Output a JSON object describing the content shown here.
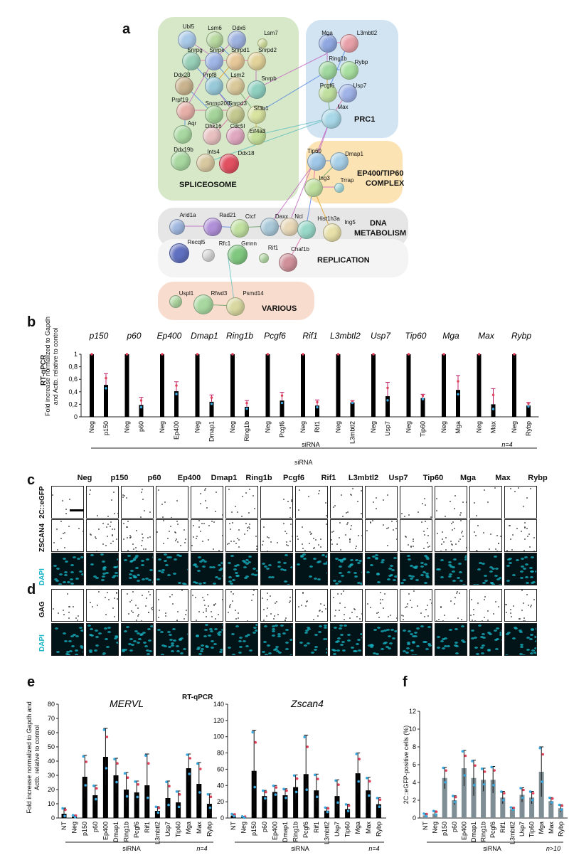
{
  "panels": {
    "a": "a",
    "b": "b",
    "c": "c",
    "d": "d",
    "e": "e",
    "f": "f"
  },
  "network": {
    "regions": [
      {
        "id": "spliceosome",
        "label": "SPLICEOSOME",
        "color": "#d6e8c8"
      },
      {
        "id": "prc1",
        "label": "PRC1",
        "color": "#d2e4f2"
      },
      {
        "id": "ep400",
        "label": "EP400/TIP60 COMPLEX",
        "color": "#fbe3b4"
      },
      {
        "id": "dna",
        "label": "DNA METABOLISM",
        "color": "#e6e6e6"
      },
      {
        "id": "replication",
        "label": "REPLICATION",
        "color": "#f4f4f4"
      },
      {
        "id": "various",
        "label": "VARIOUS",
        "color": "#f8dccd"
      }
    ],
    "nodes": [
      {
        "name": "Ubl5",
        "color": "#a9c9e8"
      },
      {
        "name": "Lsm6",
        "color": "#b8d9a0"
      },
      {
        "name": "Ddx6",
        "color": "#9fb3e0"
      },
      {
        "name": "Lsm7",
        "color": "#d8e7a0"
      },
      {
        "name": "Snrpg",
        "color": "#98d0b8"
      },
      {
        "name": "Snrpe",
        "color": "#9fb6e6"
      },
      {
        "name": "Snrpd1",
        "color": "#e6c898"
      },
      {
        "name": "Snrpd2",
        "color": "#e2d39a"
      },
      {
        "name": "Ddx23",
        "color": "#c8b38e"
      },
      {
        "name": "Prpf8",
        "color": "#98c9d8"
      },
      {
        "name": "Lsm2",
        "color": "#d9c89a"
      },
      {
        "name": "Snrpb",
        "color": "#8fd0c0"
      },
      {
        "name": "Prpf19",
        "color": "#e6b0a8"
      },
      {
        "name": "Snrnp200",
        "color": "#a5d49a"
      },
      {
        "name": "Snrpd3",
        "color": "#c3c88f"
      },
      {
        "name": "Sf3b1",
        "color": "#d8e3a0"
      },
      {
        "name": "Aqr",
        "color": "#a8d8a0"
      },
      {
        "name": "Dhx16",
        "color": "#e8c0c0"
      },
      {
        "name": "Cdc5l",
        "color": "#e0a8c0"
      },
      {
        "name": "Eif4a3",
        "color": "#c5e09a"
      },
      {
        "name": "Ddx19b",
        "color": "#a8d8a0"
      },
      {
        "name": "Ints4",
        "color": "#d8c8a0"
      },
      {
        "name": "Ddx18",
        "color": "#e05060"
      },
      {
        "name": "Mga",
        "color": "#8fa8e0"
      },
      {
        "name": "L3mbtl2",
        "color": "#e8a0a8"
      },
      {
        "name": "Ring1b",
        "color": "#a0d8a0"
      },
      {
        "name": "Rybp",
        "color": "#a8e0a0"
      },
      {
        "name": "Pcgf6",
        "color": "#c0e0a0"
      },
      {
        "name": "Usp7",
        "color": "#9fb3e8"
      },
      {
        "name": "Max",
        "color": "#a8d8e8"
      },
      {
        "name": "Tip60",
        "color": "#a0c8e8"
      },
      {
        "name": "Dmap1",
        "color": "#a8d0e8"
      },
      {
        "name": "Ing3",
        "color": "#c0e0a0"
      },
      {
        "name": "Trrap",
        "color": "#a8e0e0"
      },
      {
        "name": "Arid1a",
        "color": "#a0b8e0"
      },
      {
        "name": "Rad21",
        "color": "#b090d8"
      },
      {
        "name": "Ctcf",
        "color": "#c0e0a0"
      },
      {
        "name": "Daxx",
        "color": "#a8c8d8"
      },
      {
        "name": "Ncl",
        "color": "#e8d8b8"
      },
      {
        "name": "Hist1h3a",
        "color": "#98d8c8"
      },
      {
        "name": "Ing5",
        "color": "#e8e0a8"
      },
      {
        "name": "Recql5",
        "color": "#6070c0"
      },
      {
        "name": "Rfc1",
        "color": "#d8d8d8"
      },
      {
        "name": "Gmnn",
        "color": "#80c880"
      },
      {
        "name": "Rif1",
        "color": "#b8e0a8"
      },
      {
        "name": "Chaf1b",
        "color": "#d0909a"
      },
      {
        "name": "Uspl1",
        "color": "#b0d8a0"
      },
      {
        "name": "Rfwd3",
        "color": "#a8d8a0"
      },
      {
        "name": "Psmd14",
        "color": "#d8d8a0"
      }
    ]
  },
  "panel_b": {
    "title_rt": "RT-qPCR",
    "ylabel": "Fold increase normalized to Gapdh and Actb. relative to control",
    "yticks": [
      "0",
      "0,2",
      "0,4",
      "0,6",
      "0,8",
      "1"
    ],
    "xlabel": "siRNA",
    "n_label": "n=4",
    "siRNA_under": "siRNA"
  },
  "panel_c": {
    "columns": [
      "Neg",
      "p150",
      "p60",
      "Ep400",
      "Dmap1",
      "Ring1b",
      "Pcgf6",
      "Rif1",
      "L3mbtl2",
      "Usp7",
      "Tip60",
      "Mga",
      "Max",
      "Rybp"
    ],
    "rows": [
      "2C::eGFP",
      "ZSCAN4",
      "DAPI"
    ]
  },
  "panel_d": {
    "rows": [
      "GAG",
      "DAPI"
    ]
  },
  "panel_e": {
    "title": "RT-qPCR",
    "ylabel": "Fold increase normalized to Gapdh and Actb. relative to control",
    "xlabel": "siRNA",
    "n_label": "n=4"
  },
  "panel_f": {
    "ylabel": "2C::eGFP-positive cells (%)",
    "xlabel": "siRNA",
    "n_label": "n>10"
  },
  "chart_data": [
    {
      "type": "bar",
      "panel": "b",
      "title": "RT-qPCR",
      "groups": [
        "p150",
        "p60",
        "Ep400",
        "Dmap1",
        "Ring1b",
        "Pcgf6",
        "Rif1",
        "L3mbtl2",
        "Usp7",
        "Tip60",
        "Mga",
        "Max",
        "Rybp"
      ],
      "categories": [
        "Neg",
        "p150",
        "Neg",
        "p60",
        "Neg",
        "Ep400",
        "Neg",
        "Dmap1",
        "Neg",
        "Ring1b",
        "Neg",
        "Pcgf6",
        "Neg",
        "Rif1",
        "Neg",
        "L3mbtl2",
        "Neg",
        "Usp7",
        "Neg",
        "Tip60",
        "Neg",
        "Mga",
        "Neg",
        "Max",
        "Neg",
        "Rybp"
      ],
      "values": [
        1,
        0.51,
        1,
        0.19,
        1,
        0.41,
        1,
        0.24,
        1,
        0.16,
        1,
        0.26,
        1,
        0.18,
        1,
        0.23,
        1,
        0.33,
        1,
        0.3,
        1,
        0.43,
        1,
        0.2,
        1,
        0.18
      ],
      "errors": [
        0,
        0.18,
        0,
        0.12,
        0,
        0.15,
        0,
        0.11,
        0,
        0.1,
        0,
        0.13,
        0,
        0.09,
        0,
        0.03,
        0,
        0.22,
        0,
        0.06,
        0,
        0.23,
        0,
        0.25,
        0,
        0.05
      ],
      "ylim": [
        0,
        1
      ],
      "xlabel": "siRNA",
      "ylabel": "Fold increase normalized to Gapdh and Actb. relative to control"
    },
    {
      "type": "bar",
      "panel": "e-left",
      "title": "MERVL",
      "categories": [
        "NT",
        "Neg",
        "p150",
        "p60",
        "Ep400",
        "Dmap1",
        "Ring1b",
        "Pcgf6",
        "Rif1",
        "L3mbtl2",
        "Usp7",
        "Tip60",
        "Mga",
        "Max",
        "Rybp"
      ],
      "values": [
        3,
        1,
        29,
        16,
        43,
        30,
        20,
        18,
        23,
        5,
        14,
        11,
        35,
        24,
        10
      ],
      "errors": [
        4,
        1,
        15,
        7,
        20,
        12,
        12,
        8,
        22,
        3,
        12,
        8,
        10,
        15,
        7
      ],
      "ylim": [
        0,
        80
      ],
      "yticks": [
        0,
        10,
        20,
        30,
        40,
        50,
        60,
        70,
        80
      ],
      "xlabel": "siRNA"
    },
    {
      "type": "bar",
      "panel": "e-right",
      "title": "Zscan4",
      "categories": [
        "NT",
        "Neg",
        "p150",
        "p60",
        "Ep400",
        "Dmap1",
        "Ring1b",
        "Pcgf6",
        "Rif1",
        "L3mbtl2",
        "Usp7",
        "Tip60",
        "Mga",
        "Max",
        "Rybp"
      ],
      "values": [
        3,
        1,
        58,
        27,
        32,
        28,
        38,
        54,
        34,
        9,
        27,
        11,
        55,
        34,
        17
      ],
      "errors": [
        2,
        1,
        50,
        7,
        8,
        8,
        15,
        48,
        20,
        4,
        20,
        6,
        25,
        16,
        8
      ],
      "ylim": [
        0,
        140
      ],
      "yticks": [
        0,
        20,
        40,
        60,
        80,
        100,
        120,
        140
      ],
      "xlabel": "siRNA"
    },
    {
      "type": "bar",
      "panel": "f",
      "categories": [
        "NT",
        "Neg",
        "p150",
        "p60",
        "Ep400",
        "Dmap1",
        "Ring1b",
        "Pcgf6",
        "Rif1",
        "L3mbtl2",
        "Usp7",
        "Tip60",
        "Mga",
        "Max",
        "Rybp"
      ],
      "values": [
        0.3,
        0.5,
        4.5,
        2.0,
        5.6,
        4.5,
        4.3,
        4.3,
        2.3,
        1.0,
        2.6,
        2.3,
        5.2,
        1.9,
        1.1
      ],
      "errors": [
        0.2,
        0.3,
        1.2,
        0.5,
        2.0,
        2.0,
        1.3,
        1.5,
        0.7,
        0.2,
        0.8,
        0.7,
        2.8,
        0.4,
        0.4
      ],
      "ylim": [
        0,
        12
      ],
      "yticks": [
        0,
        2,
        4,
        6,
        8,
        10,
        12
      ],
      "ylabel": "2C::eGFP-positive cells (%)",
      "xlabel": "siRNA"
    }
  ]
}
